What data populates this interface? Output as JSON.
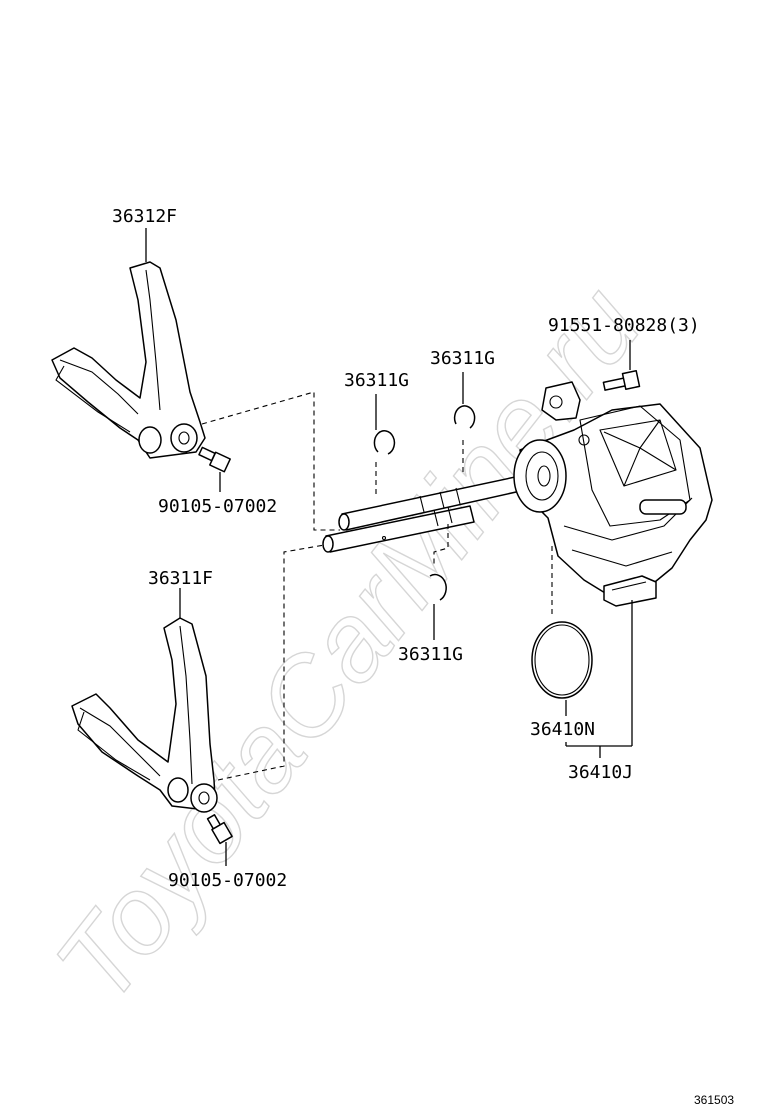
{
  "watermark": "ToyotaCarMine.ru",
  "diagram_id": "361503",
  "parts": {
    "fork_upper": "36312F",
    "fork_lower": "36311F",
    "bolt_upper": "90105-07002",
    "bolt_lower": "90105-07002",
    "ring_left": "36311G",
    "ring_right": "36311G",
    "ring_bottom": "36311G",
    "actuator_bolt": "91551-80828(3)",
    "o_ring": "36410N",
    "actuator_assy": "36410J"
  }
}
